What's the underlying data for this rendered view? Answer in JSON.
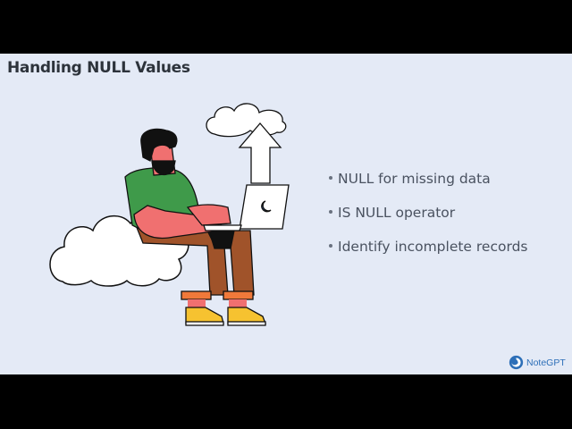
{
  "slide": {
    "title": "Handling NULL Values",
    "bullets": [
      "NULL for missing data",
      "IS NULL operator",
      "Identify incomplete records"
    ],
    "illustration": "man-with-laptop-sitting-on-cloud-upload-icon",
    "brand": {
      "label": "NoteGPT",
      "icon": "notegpt-swirl-logo-icon",
      "color": "#2d6fb8"
    },
    "background_color": "#e4eaf6"
  }
}
